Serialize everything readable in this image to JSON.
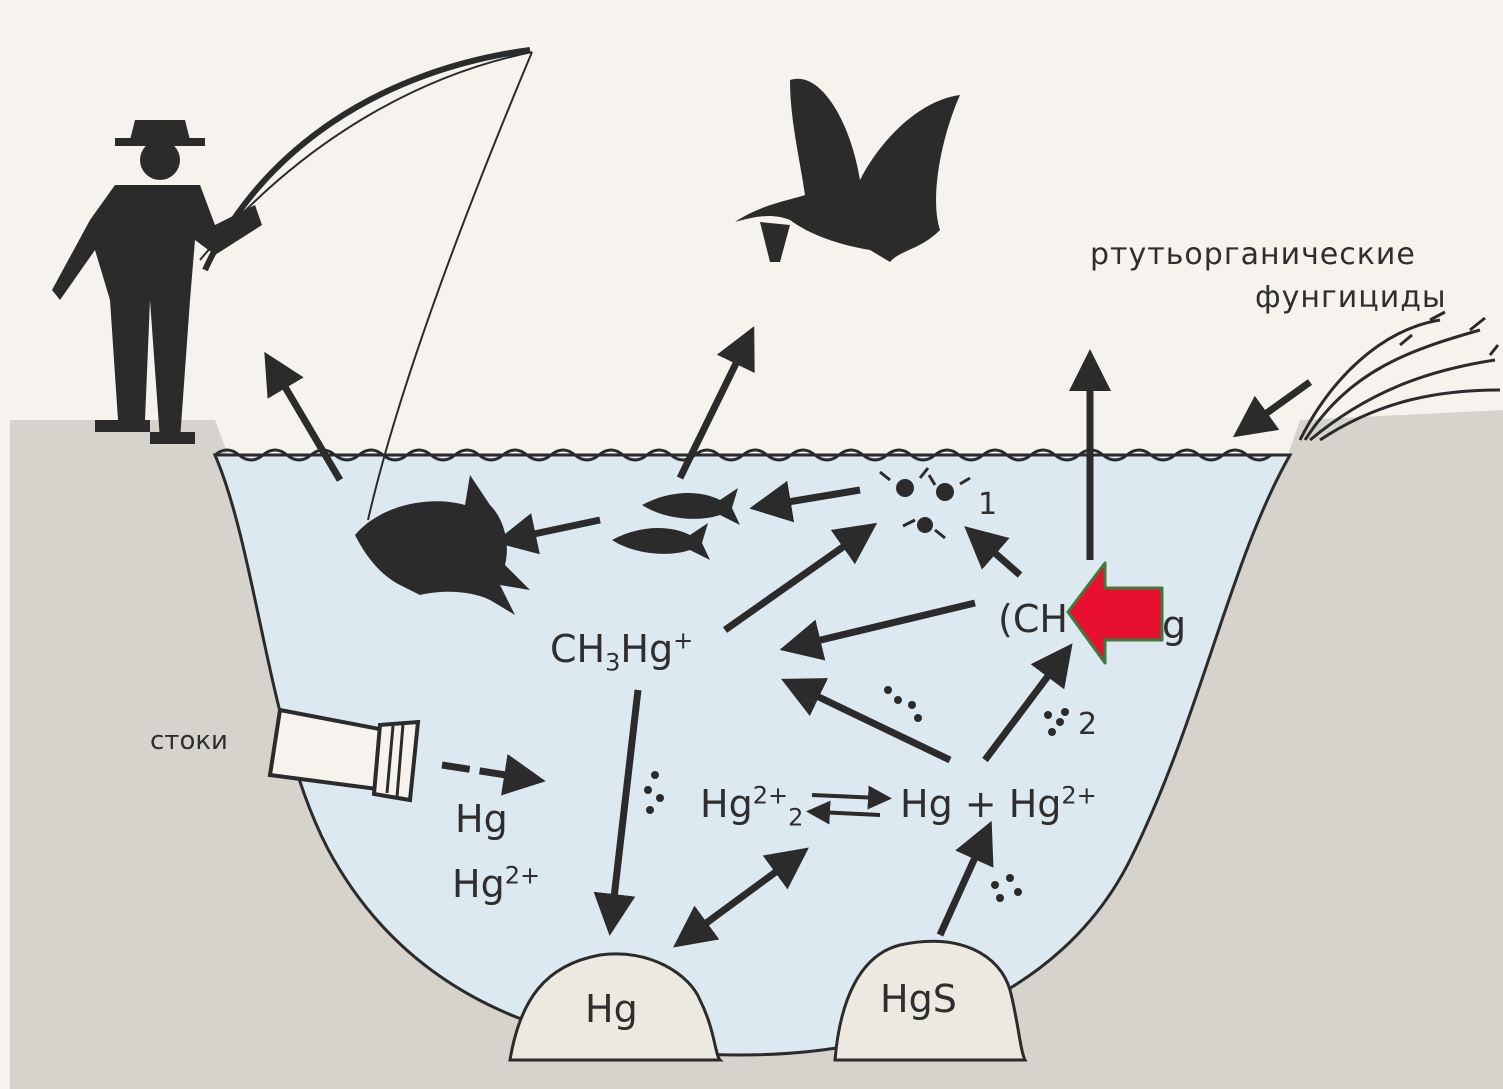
{
  "labels": {
    "fungicides_line1": "ртутьорганические",
    "fungicides_line2": "фунгициды",
    "runoff": "стоки",
    "inflow_hg": "Hg",
    "inflow_hg2_base": "Hg",
    "inflow_hg2_sup": "2+",
    "methylmercury_base": "CH",
    "methylmercury_sub": "3",
    "methylmercury_hg": "Hg",
    "methylmercury_sup": "+",
    "dimethyl_visible_left": "(CH",
    "dimethyl_visible_right": "g",
    "mercurous_base": "Hg",
    "mercurous_sup": "2+",
    "mercurous_sub": "2",
    "equilibrium_right": "Hg + Hg",
    "equilibrium_right_sup": "2+",
    "sediment_hg": "Hg",
    "sediment_hgs": "HgS",
    "marker_1": "1",
    "marker_2": "2"
  },
  "colors": {
    "water": "#dde9f1",
    "ground": "#d6d3cc",
    "ink": "#2b2b2b",
    "pointer": "#e8102e"
  }
}
